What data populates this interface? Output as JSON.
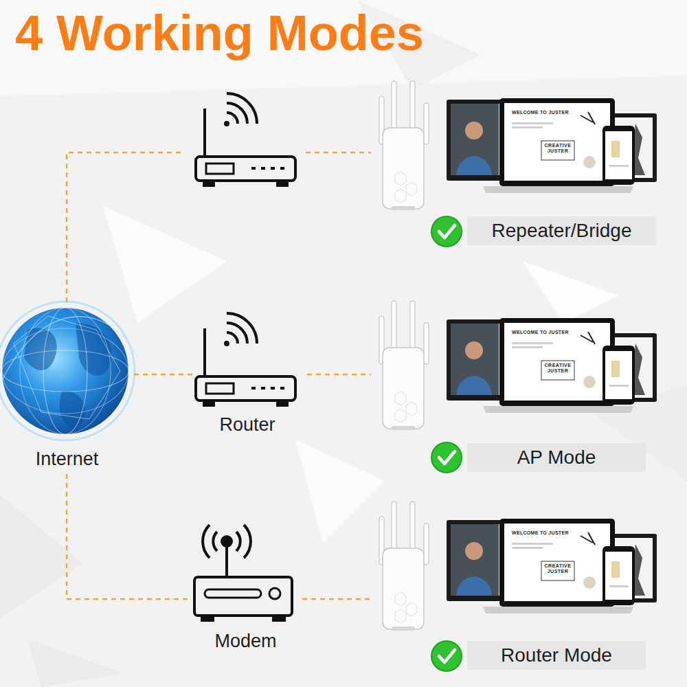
{
  "diagram": {
    "title": "4 Working Modes",
    "nodes": [
      {
        "text": [
          "Internet"
        ]
      },
      {
        "text": [
          "Router"
        ]
      },
      {
        "text": [
          "Modem"
        ]
      },
      {
        "text": [
          "Repeater/Bridge"
        ]
      },
      {
        "text": [
          "AP Mode"
        ]
      },
      {
        "text": [
          "Router Mode"
        ]
      }
    ],
    "edges": [
      {
        "from": 0,
        "to": 1,
        "arrow": "none"
      },
      {
        "from": 0,
        "to": 2,
        "arrow": "none"
      }
    ],
    "labels": [
      "WELCOME TO JUSTER",
      "CREATIVE JUSTER",
      "WELCOME TO JUSTER",
      "CREATIVE JUSTER",
      "WELCOME TO JUSTER",
      "CREATIVE JUSTER"
    ]
  }
}
